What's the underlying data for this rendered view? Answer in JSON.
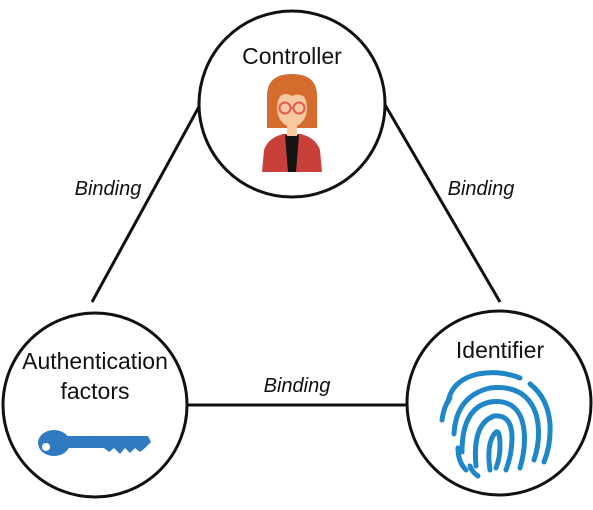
{
  "nodes": {
    "controller": {
      "title": "Controller",
      "icon": "person-icon"
    },
    "identifier": {
      "title": "Identifier",
      "icon": "fingerprint-icon",
      "icon_color": "#1f87c8"
    },
    "auth_factors": {
      "title_line1": "Authentication",
      "title_line2": "factors",
      "icon": "key-icon",
      "icon_color": "#2f7ac1"
    }
  },
  "edges": {
    "left": {
      "label": "Binding"
    },
    "right": {
      "label": "Binding"
    },
    "bottom": {
      "label": "Binding"
    }
  },
  "colors": {
    "line": "#111111",
    "person_jacket": "#c9403b",
    "person_hair": "#d66b2e",
    "person_skin": "#f6c9a0",
    "person_glasses": "#e35a4f"
  }
}
